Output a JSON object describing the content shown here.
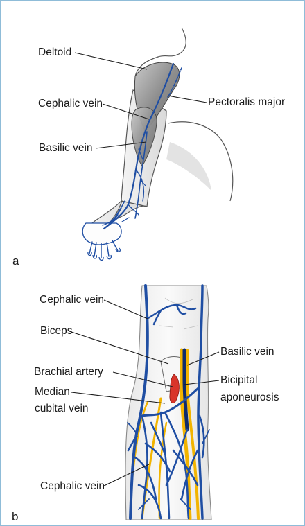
{
  "panel_a": {
    "label": "a",
    "deltoid": "Deltoid",
    "cephalic_vein": "Cephalic vein",
    "basilic_vein": "Basilic vein",
    "pectoralis_major": "Pectoralis major"
  },
  "panel_b": {
    "label": "b",
    "cephalic_vein_top": "Cephalic vein",
    "biceps": "Biceps",
    "basilic_vein": "Basilic vein",
    "brachial_artery": "Brachial artery",
    "bicipital_line1": "Bicipital",
    "bicipital_line2": "aponeurosis",
    "median_line1": "Median",
    "median_line2": "cubital vein",
    "cephalic_vein_bottom": "Cephalic vein"
  },
  "colors": {
    "border": "#8fbcd8",
    "vein": "#1f4ea3",
    "nerve": "#f2b400",
    "artery": "#d9352a"
  }
}
